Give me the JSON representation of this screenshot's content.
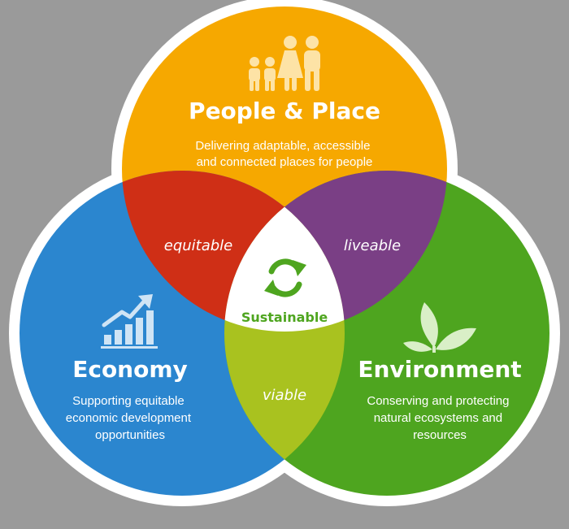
{
  "circles": {
    "people": {
      "title": "People & Place",
      "desc": [
        "Delivering adaptable, accessible",
        "and connected places for people"
      ],
      "color": "#f6a800",
      "icon": "family-icon"
    },
    "economy": {
      "title": "Economy",
      "desc": [
        "Supporting equitable",
        "economic development",
        "opportunities"
      ],
      "color": "#2b86cf",
      "icon": "growth-chart-icon"
    },
    "environment": {
      "title": "Environment",
      "desc": [
        "Conserving and protecting",
        "natural ecosystems and",
        "resources"
      ],
      "color": "#4ea51f",
      "icon": "leaf-icon"
    }
  },
  "overlaps": {
    "equitable": {
      "label": "equitable",
      "color": "#cf2f16"
    },
    "liveable": {
      "label": "liveable",
      "color": "#7a3f85"
    },
    "viable": {
      "label": "viable",
      "color": "#a9c21f"
    }
  },
  "center": {
    "label": "Sustainable",
    "color": "#4ea51f",
    "icon": "recycle-arrows-icon"
  }
}
